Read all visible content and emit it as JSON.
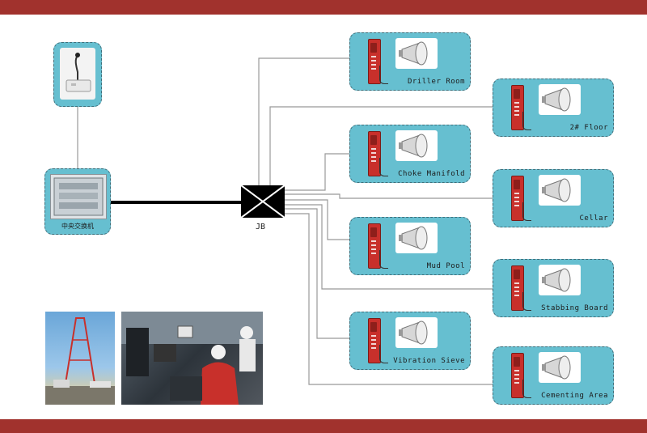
{
  "junction_box": {
    "label": "JB"
  },
  "main_unit": {
    "label": "中央交换机"
  },
  "stations": [
    {
      "label": "Driller Room"
    },
    {
      "label": "2# Floor"
    },
    {
      "label": "Choke Manifold"
    },
    {
      "label": "Cellar"
    },
    {
      "label": "Mud Pool"
    },
    {
      "label": "Stabbing Board"
    },
    {
      "label": "Vibration Sieve"
    },
    {
      "label": "Cementing Area"
    }
  ],
  "colors": {
    "band": "#a1322d",
    "node_fill": "#66bfd0",
    "node_border": "#3f6e7a",
    "phone": "#c8302b",
    "link": "#999999",
    "trunk": "#000000"
  },
  "icons": {
    "mic": "desk-microphone-icon",
    "cabinet": "switch-cabinet-icon",
    "phone": "explosion-proof-phone-icon",
    "horn": "horn-speaker-icon",
    "junction": "junction-box-icon"
  }
}
